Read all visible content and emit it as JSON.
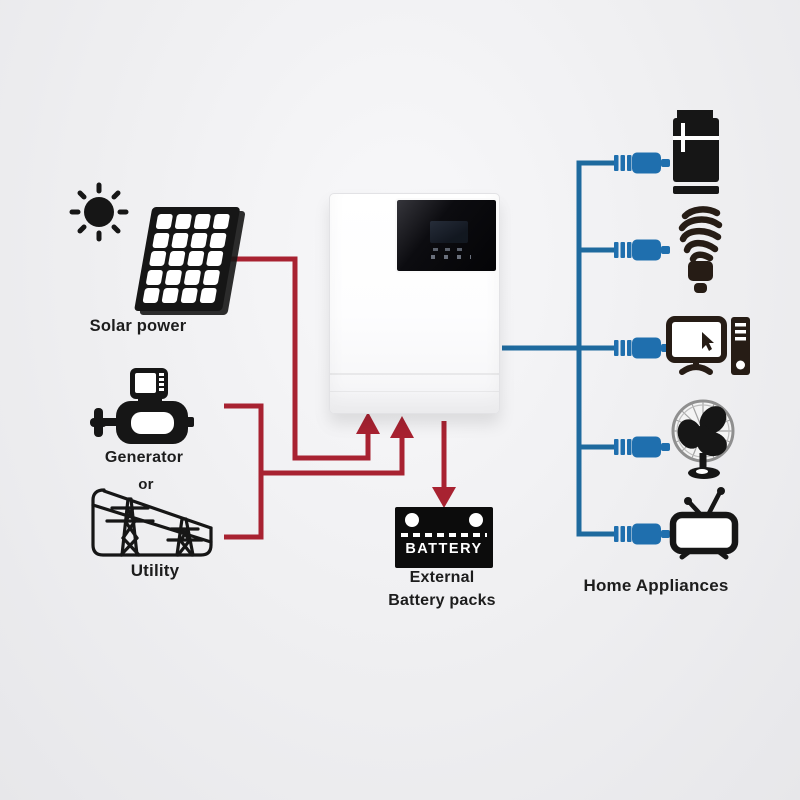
{
  "title": "Off-grid solar inverter system diagram",
  "labels": {
    "solar_power": "Solar power",
    "generator": "Generator",
    "or": "or",
    "utility": "Utility",
    "battery_caption_line1": "External",
    "battery_caption_line2": "Battery packs",
    "home_appliances": "Home Appliances"
  },
  "battery": {
    "text": "BATTERY"
  },
  "colors": {
    "dc_wire": "#a82231",
    "ac_wire": "#1e6a9e",
    "plug": "#1f6fae",
    "icon_ink": "#161616",
    "appliance_ink": "#261c15",
    "label_ink": "#1d1d1d"
  },
  "icons": {
    "sources": [
      "sun-icon",
      "solar-panel-icon",
      "generator-icon",
      "utility-towers-icon"
    ],
    "center": [
      "inverter-unit",
      "battery-icon"
    ],
    "appliances": [
      "refrigerator-icon",
      "cfl-bulb-icon",
      "computer-icon",
      "fan-icon",
      "tv-icon"
    ],
    "connectors": [
      "power-plug-icon",
      "up-arrow-icon",
      "down-arrow-icon"
    ]
  }
}
